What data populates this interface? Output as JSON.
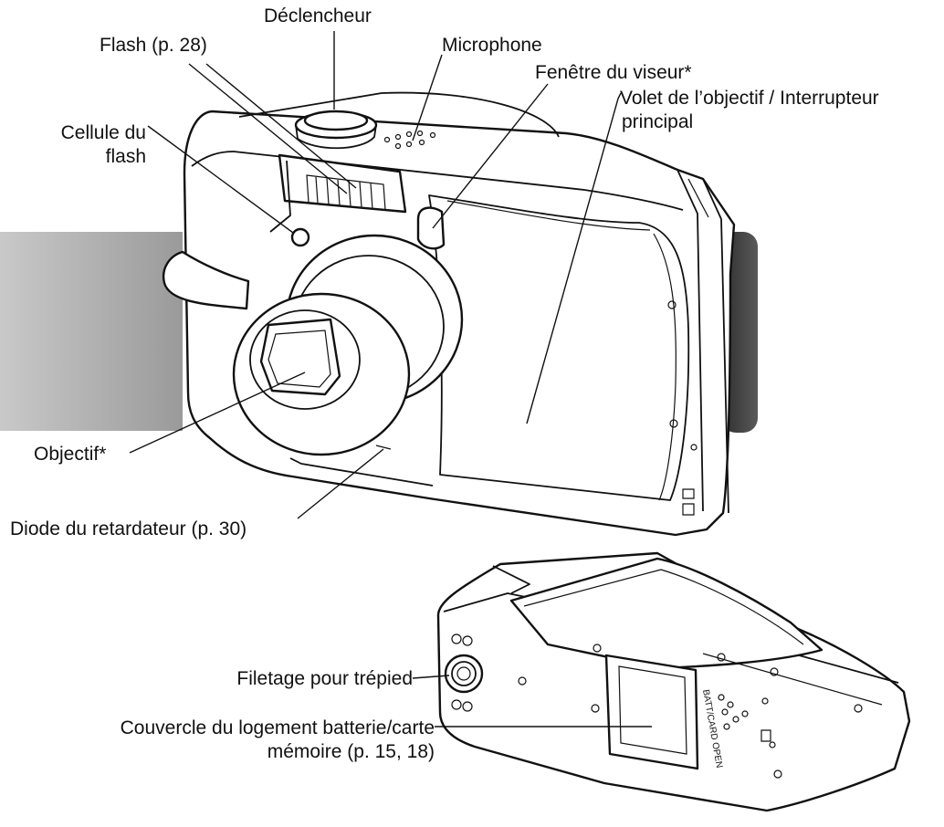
{
  "labels": {
    "declencheur": "Déclencheur",
    "flash": "Flash (p. 28)",
    "microphone": "Microphone",
    "fenetre_viseur": "Fenêtre du viseur*",
    "volet_line1": "Volet de l’objectif / Interrupteur",
    "volet_line2": "principal",
    "cellule_line1": "Cellule du",
    "cellule_line2": "flash",
    "objectif": "Objectif*",
    "diode": "Diode du retardateur (p. 30)",
    "filetage": "Filetage pour trépied",
    "couvercle_line1": "Couvercle du logement batterie/carte",
    "couvercle_line2": "mémoire (p. 15, 18)"
  },
  "engraving": {
    "batt_card_open": "BATT/CARD OPEN"
  },
  "colors": {
    "ink": "#111111",
    "band_light": "#c6c6c6",
    "band_dark": "#404040"
  }
}
